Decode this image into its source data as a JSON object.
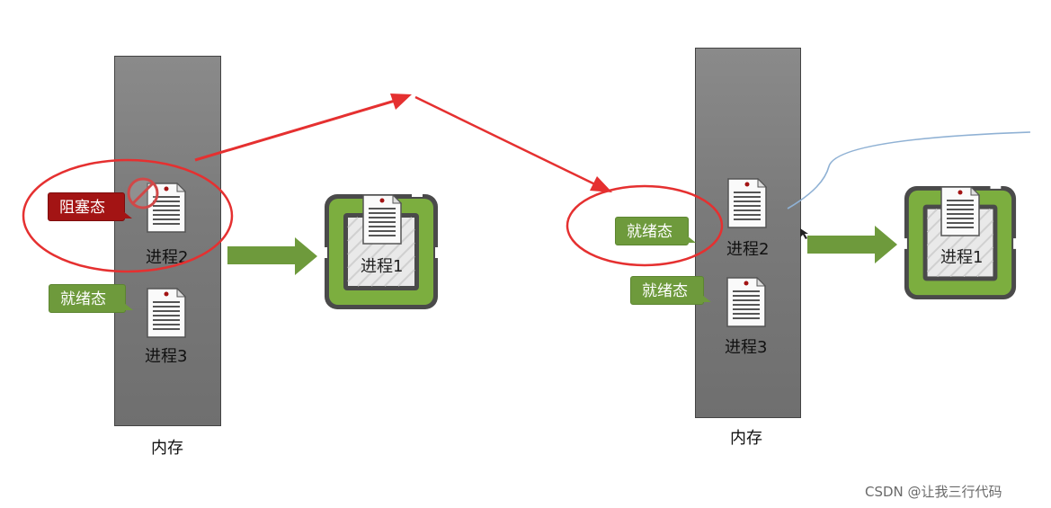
{
  "left_panel": {
    "memory_label": "内存",
    "process_2_label": "进程2",
    "process_3_label": "进程3",
    "cpu_process_label": "进程1",
    "blocked_badge": "阻塞态",
    "ready_badge": "就绪态"
  },
  "right_panel": {
    "memory_label": "内存",
    "process_2_label": "进程2",
    "process_3_label": "进程3",
    "cpu_process_label": "进程1",
    "ready_badge_p2": "就绪态",
    "ready_badge_p3": "就绪态"
  },
  "watermark": "CSDN @让我三行代码",
  "colors": {
    "memory_fill": "#7a7a7a",
    "badge_green": "#6e9a3c",
    "badge_red": "#a31414",
    "annotation_red": "#e53030",
    "arrow_green": "#6e9a3c",
    "cpu_green": "#7cae3f"
  },
  "icons": {
    "process_icon": "document-icon",
    "cpu_icon": "cpu-chip-icon",
    "blocked_icon": "no-entry-icon"
  }
}
